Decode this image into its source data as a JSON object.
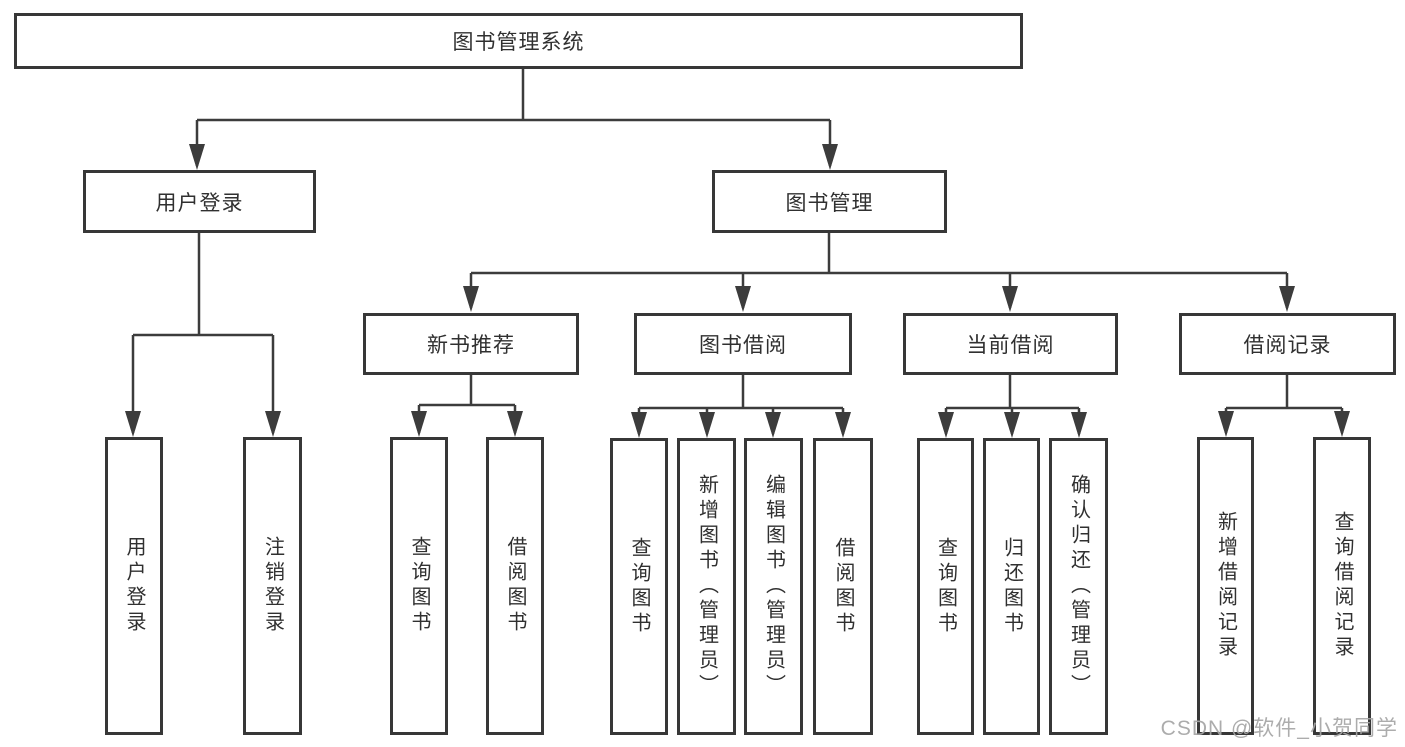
{
  "colors": {
    "background": "#ffffff",
    "line": "#3c3c3c",
    "box_border": "#373737",
    "text": "#303030",
    "watermark": "#a6a6a6"
  },
  "tree": {
    "root": {
      "label": "图书管理系统",
      "children": [
        {
          "label": "用户登录",
          "children": [
            {
              "label": "用户登录"
            },
            {
              "label": "注销登录"
            }
          ]
        },
        {
          "label": "图书管理",
          "children": [
            {
              "label": "新书推荐",
              "children": [
                {
                  "label": "查询图书"
                },
                {
                  "label": "借阅图书"
                }
              ]
            },
            {
              "label": "图书借阅",
              "children": [
                {
                  "label": "查询图书"
                },
                {
                  "label": "新增图书（管理员）"
                },
                {
                  "label": "编辑图书（管理员）"
                },
                {
                  "label": "借阅图书"
                }
              ]
            },
            {
              "label": "当前借阅",
              "children": [
                {
                  "label": "查询图书"
                },
                {
                  "label": "归还图书"
                },
                {
                  "label": "确认归还（管理员）"
                }
              ]
            },
            {
              "label": "借阅记录",
              "children": [
                {
                  "label": "新增借阅记录"
                },
                {
                  "label": "查询借阅记录"
                }
              ]
            }
          ]
        }
      ]
    }
  },
  "watermark": {
    "text": "CSDN @软件_小贺同学"
  }
}
